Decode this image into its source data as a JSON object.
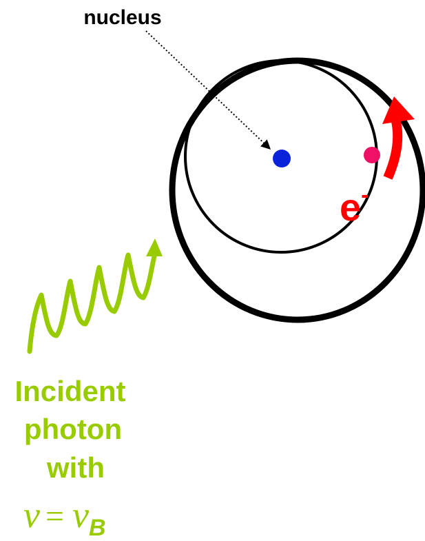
{
  "labels": {
    "nucleus": "nucleus",
    "electron_symbol": "e",
    "electron_charge": "-",
    "photon_line1": "Incident",
    "photon_line2": "photon",
    "photon_line3": "with",
    "formula_lhs": "ν",
    "formula_eq": "=",
    "formula_rhs": "ν",
    "formula_subscript": "B"
  },
  "colors": {
    "photon": "#99cc00",
    "electron_dot": "#ee1166",
    "electron_label": "#ff0000",
    "motion_arrow": "#ff0000",
    "nucleus": "#0b22dd",
    "orbits": "#000000",
    "background": "#ffffff"
  },
  "icons": {
    "motion": "curved-arrow-icon",
    "photon": "wavy-arrow-icon"
  }
}
